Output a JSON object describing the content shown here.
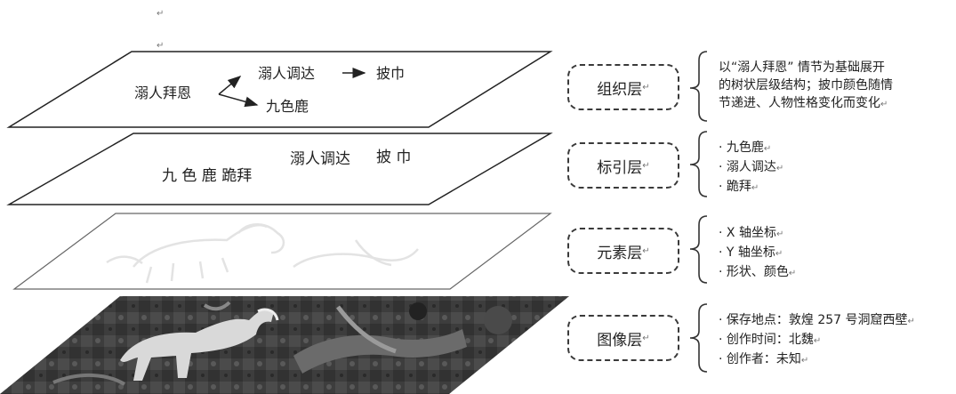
{
  "stray_marks": [
    "↵",
    "↵",
    "↵"
  ],
  "return_mark": "↵",
  "layers": [
    {
      "id": "organization",
      "label": "组织层",
      "plane_text": {
        "root": "溺人拜恩",
        "branch_top": "溺人调达",
        "branch_top_next": "披巾",
        "branch_bottom": "九色鹿"
      },
      "description": [
        "以“溺人拜恩” 情节为基础展开",
        "的树状层级结构；披巾颜色随情",
        "节递进、人物性格变化而变化"
      ]
    },
    {
      "id": "index",
      "label": "标引层",
      "plane_text": {
        "left": "九 色 鹿  跪拜",
        "middle": "溺人调达",
        "right": "披 巾"
      },
      "description": [
        "· 九色鹿",
        "· 溺人调达",
        "· 跪拜"
      ]
    },
    {
      "id": "element",
      "label": "元素层",
      "description": [
        "· X 轴坐标",
        "· Y 轴坐标",
        "· 形状、颜色"
      ]
    },
    {
      "id": "image",
      "label": "图像层",
      "description": [
        "· 保存地点：敦煌 257 号洞窟西壁",
        "· 创作时间：北魏",
        "· 创作者：未知"
      ]
    }
  ]
}
